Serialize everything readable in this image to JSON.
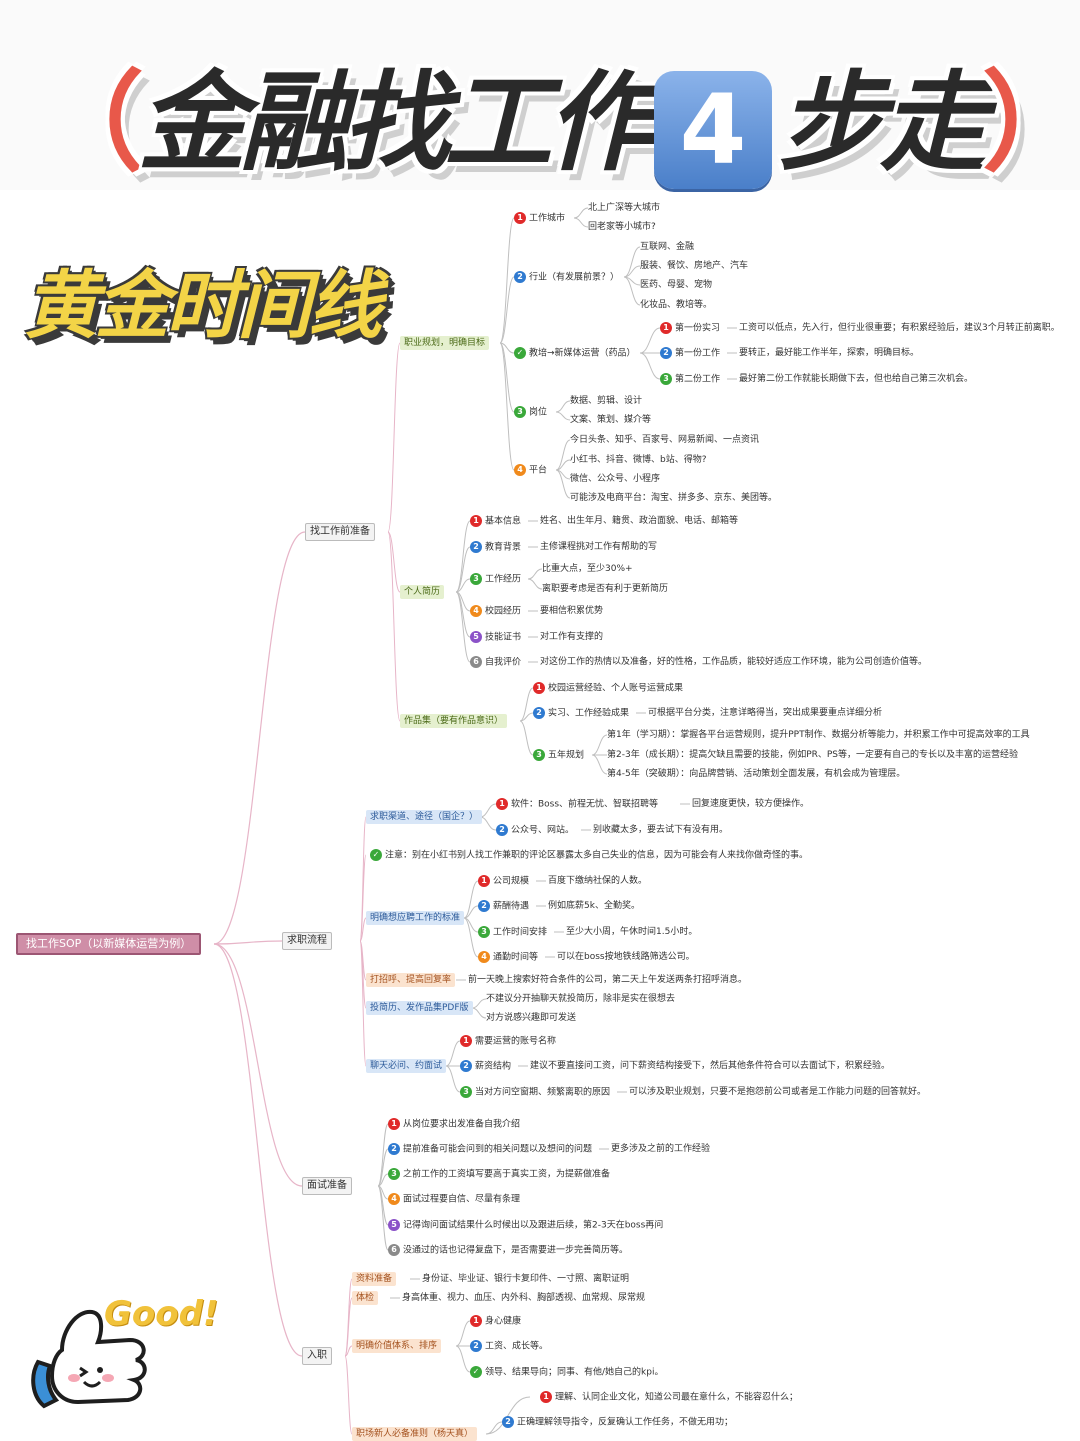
{
  "header": {
    "title_open": "（",
    "title_main": "金融找工作",
    "title_number": "4",
    "title_suffix": "步走",
    "title_close": "）",
    "subtitle": "黄金时间线"
  },
  "sticker": {
    "text": "Good!"
  },
  "colors": {
    "root": "#cf8ea7",
    "branch_line": "#e7b5c8",
    "leaf_line": "#bfbfbf"
  },
  "mindmap": {
    "root": "找工作SOP（以新媒体运营为例）",
    "main": [
      "找工作前准备",
      "求职流程",
      "面试准备",
      "入职"
    ],
    "s1": {
      "plan": "职业规划，明确目标",
      "city": "工作城市",
      "city_leaves": [
        "北上广深等大城市",
        "回老家等小城市?"
      ],
      "industry": "行业（有发展前景？）",
      "industry_leaves": [
        "互联网、金融",
        "服装、餐饮、房地产、汽车",
        "医药、母婴、宠物",
        "化妆品、教培等。"
      ],
      "edu": "教培→新媒体运营（药品）",
      "edu_items": [
        {
          "k": "第一份实习",
          "v": "工资可以低点，先入行，但行业很重要；有积累经验后，建议3个月转正前离职。"
        },
        {
          "k": "第一份工作",
          "v": "要转正，最好能工作半年，探索，明确目标。"
        },
        {
          "k": "第二份工作",
          "v": "最好第二份工作就能长期做下去，但也给自己第三次机会。"
        }
      ],
      "post": "岗位",
      "post_leaves": [
        "数据、剪辑、设计",
        "文案、策划、媒介等"
      ],
      "platform": "平台",
      "platform_leaves": [
        "今日头条、知乎、百家号、网易新闻、一点资讯",
        "小红书、抖音、微博、b站、得物?",
        "微信、公众号、小程序",
        "可能涉及电商平台：淘宝、拼多多、京东、美团等。"
      ],
      "resume": "个人简历",
      "resume_items": [
        {
          "k": "基本信息",
          "v": "姓名、出生年月、籍贯、政治面貌、电话、邮箱等"
        },
        {
          "k": "教育背景",
          "v": "主修课程挑对工作有帮助的写"
        },
        {
          "k": "工作经历",
          "v": ""
        },
        {
          "k": "校园经历",
          "v": "要相信积累优势"
        },
        {
          "k": "技能证书",
          "v": "对工作有支撑的"
        },
        {
          "k": "自我评价",
          "v": "对这份工作的热情以及准备，好的性格，工作品质，能较好适应工作环境，能为公司创造价值等。"
        }
      ],
      "work_leaves": [
        "比重大点，至少30%+",
        "离职要考虑是否有利于更新简历"
      ],
      "portfolio": "作品集（要有作品意识）",
      "portfolio_items": [
        "校园运营经验、个人账号运营成果",
        "实习、工作经验成果",
        "五年规划"
      ],
      "portfolio_2v": "可根据平台分类，注意详略得当，突出成果要重点详细分析",
      "five_year": [
        "第1年（学习期）：掌握各平台运营规则，提升PPT制作、数据分析等能力，并积累工作中可提高效率的工具",
        "第2-3年（成长期）：提高欠缺且需要的技能，例如PR、PS等，一定要有自己的专长以及丰富的运营经验",
        "第4-5年（突破期）：向品牌营销、活动策划全面发展，有机会成为管理层。"
      ]
    },
    "s2": {
      "channel": "求职渠道、途径（国企？）",
      "channel_items": [
        {
          "k": "软件：Boss、前程无忧、智联招聘等",
          "v": "回复速度更快，较方便操作。"
        },
        {
          "k": "公众号、网站。",
          "v": "别收藏太多，要去试下有没有用。"
        }
      ],
      "note": "注意：别在小红书别人找工作兼职的评论区暴露太多自己失业的信息，因为可能会有人来找你做奇怪的事。",
      "criteria": "明确想应聘工作的标准",
      "criteria_items": [
        {
          "k": "公司规模",
          "v": "百度下缴纳社保的人数。"
        },
        {
          "k": "薪酬待遇",
          "v": "例如底薪5k、全勤奖。"
        },
        {
          "k": "工作时间安排",
          "v": "至少大小周，午休时间1.5小时。"
        },
        {
          "k": "通勤时间等",
          "v": "可以在boss按地铁线路筛选公司。"
        }
      ],
      "greet": "打招呼、提高回复率",
      "greet_v": "前一天晚上搜索好符合条件的公司，第二天上午发送两条打招呼消息。",
      "send": "投简历、发作品集PDF版",
      "send_leaves": [
        "不建议分开抽聊天就投简历，除非是实在很想去",
        "对方说感兴趣即可发送"
      ],
      "chat": "聊天必问、约面试",
      "chat_items": [
        {
          "k": "需要运营的账号名称",
          "v": ""
        },
        {
          "k": "薪资结构",
          "v": "建议不要直接问工资，问下薪资结构接受下，然后其他条件符合可以去面试下，积累经验。"
        },
        {
          "k": "当对方问空窗期、频繁离职的原因",
          "v": "可以涉及职业规划，只要不是抱怨前公司或者是工作能力问题的回答就好。"
        }
      ]
    },
    "s3": {
      "items": [
        {
          "k": "从岗位要求出发准备自我介绍",
          "v": ""
        },
        {
          "k": "提前准备可能会问到的相关问题以及想问的问题",
          "v": "更多涉及之前的工作经验"
        },
        {
          "k": "之前工作的工资填写要高于真实工资，为提薪做准备",
          "v": ""
        },
        {
          "k": "面试过程要自信、尽量有条理",
          "v": ""
        },
        {
          "k": "记得询问面试结果什么时候出以及跟进后续，第2-3天在boss再问",
          "v": ""
        },
        {
          "k": "没通过的话也记得复盘下，是否需要进一步完善简历等。",
          "v": ""
        }
      ]
    },
    "s4": {
      "docs": "资料准备",
      "docs_v": "身份证、毕业证、银行卡复印件、一寸照、离职证明",
      "exam": "体检",
      "exam_v": "身高体重、视力、血压、内外科、胸部透视、血常规、尿常规",
      "value": "明确价值体系、排序",
      "value_items": [
        "身心健康",
        "工资、成长等。",
        "领导、结果导向；同事、有他/她自己的kpi。"
      ],
      "rule": "职场新人必备准则（杨天真）",
      "rule_items": [
        "理解、认同企业文化，知道公司最在意什么，不能容忍什么；",
        "正确理解领导指令，反复确认工作任务，不做无用功；"
      ]
    }
  }
}
